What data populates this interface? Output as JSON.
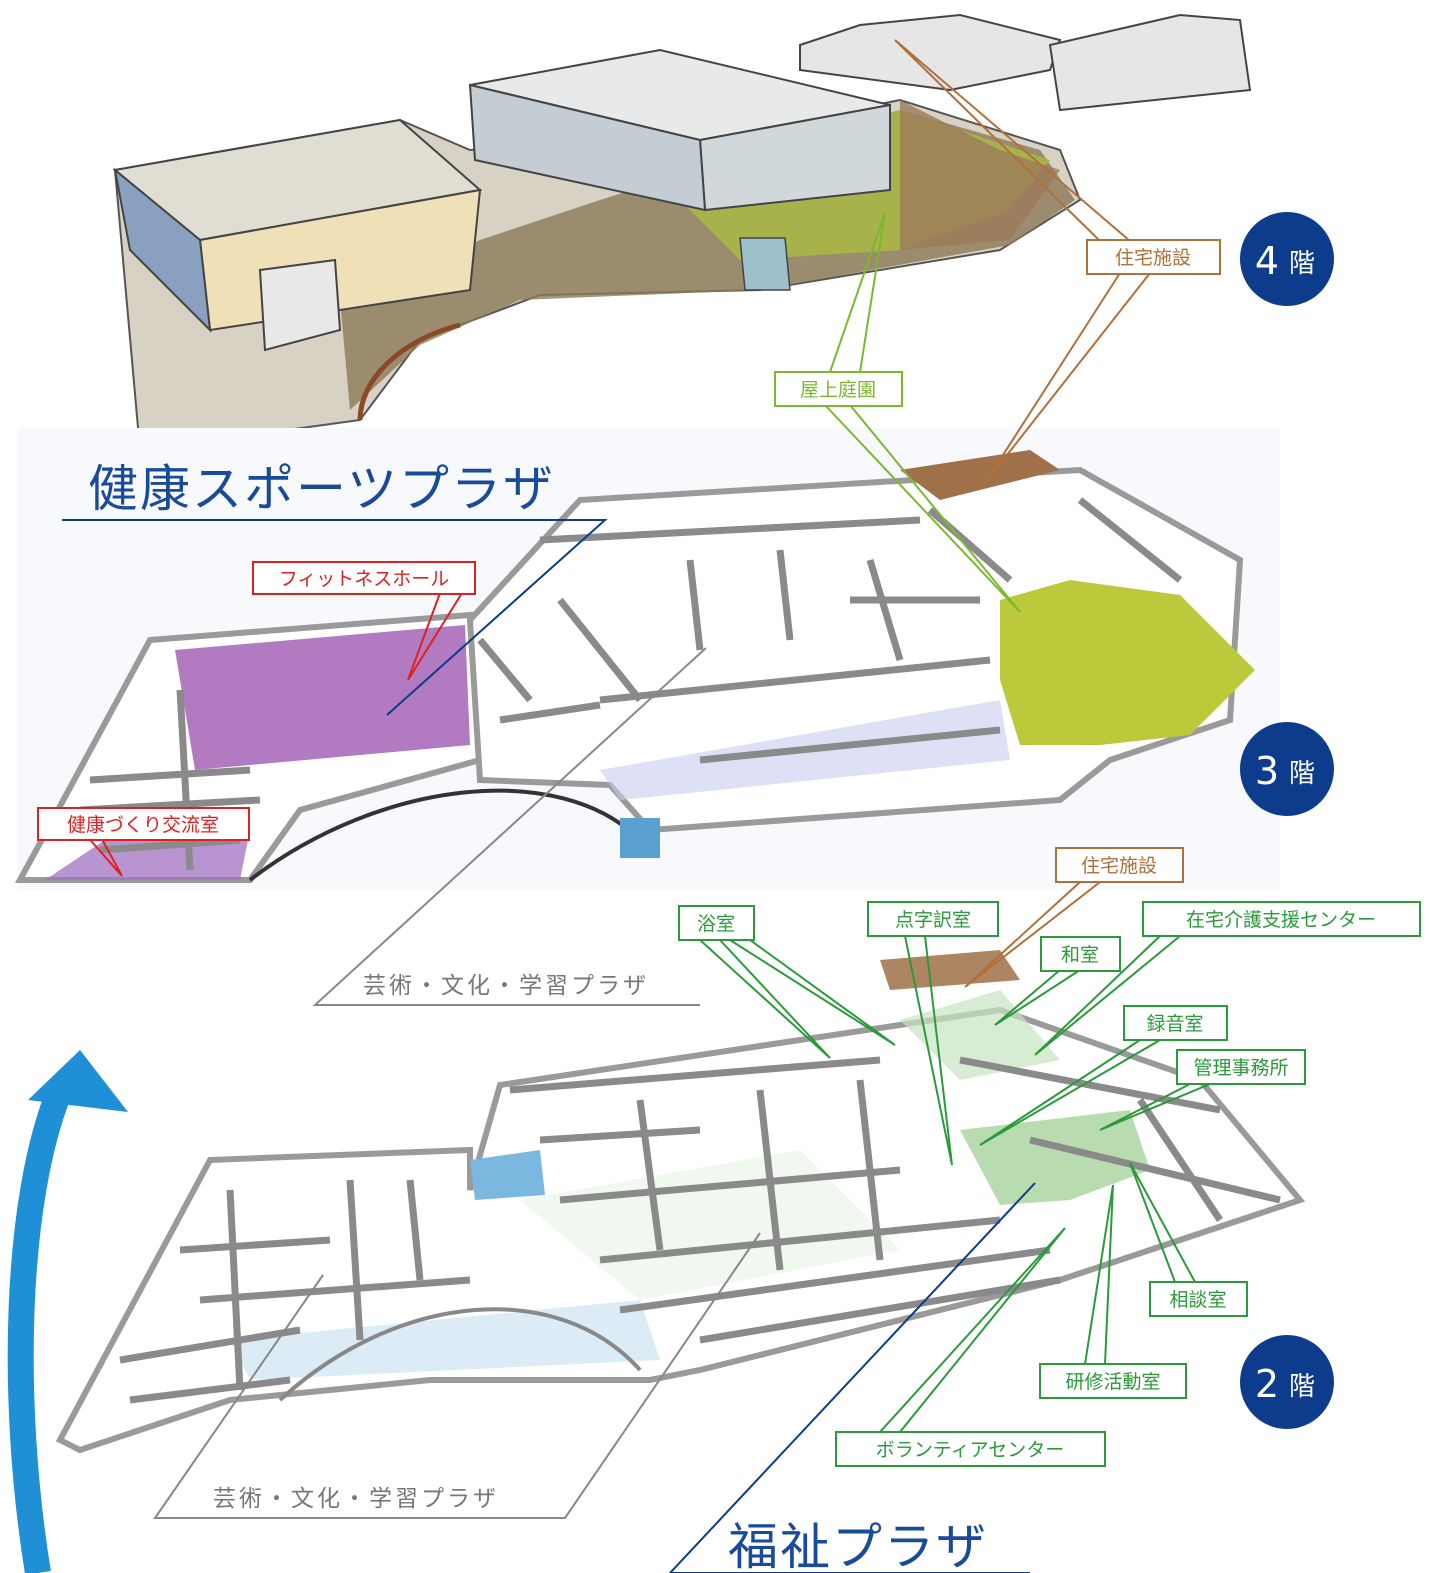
{
  "floors": {
    "f4": {
      "num": "4",
      "kai": "階"
    },
    "f3": {
      "num": "3",
      "kai": "階"
    },
    "f2": {
      "num": "2",
      "kai": "階"
    }
  },
  "titles": {
    "sports": "健康スポーツプラザ",
    "welfare": "福祉プラザ",
    "arts3": "芸術・文化・学習プラザ",
    "arts2": "芸術・文化・学習プラザ"
  },
  "labels": {
    "housing4": "住宅施設",
    "rooftop": "屋上庭園",
    "fitness": "フィットネスホール",
    "health_room": "健康づくり交流室",
    "housing2": "住宅施設",
    "bath": "浴室",
    "braille": "点字訳室",
    "japanese_room": "和室",
    "homecare": "在宅介護支援センター",
    "recording": "録音室",
    "admin_office": "管理事務所",
    "consult": "相談室",
    "training": "研修活動室",
    "volunteer": "ボランティアセンター"
  },
  "colors": {
    "brown": "#b0703a",
    "lightgreen": "#7ab830",
    "red": "#e02020",
    "green": "#2a9a3a",
    "navy": "#0d3c8c",
    "blue_arrow": "#1f8fd6",
    "gray": "#888888"
  }
}
